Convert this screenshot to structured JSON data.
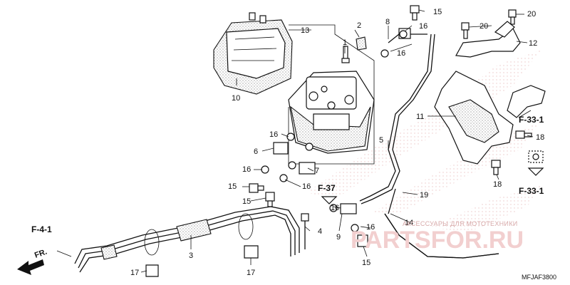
{
  "diagram": {
    "part_labels": {
      "p1": "1",
      "p2": "2",
      "p3": "3",
      "p4": "4",
      "p5": "5",
      "p6": "6",
      "p7": "7",
      "p8": "8",
      "p9": "9",
      "p10": "10",
      "p11": "11",
      "p12": "12",
      "p13": "13",
      "p14": "14",
      "p15": "15",
      "p16": "16",
      "p17": "17",
      "p18": "18",
      "p19": "19",
      "p20": "20"
    },
    "references": {
      "f33_1": "F-33-1",
      "f37": "F-37",
      "f4_1": "F-4-1"
    },
    "direction_label": "FR.",
    "diagram_code": "MFJAF3800"
  },
  "watermark": {
    "tagline": "АКСЕССУАРЫ ДЛЯ МОТОТЕХНИКИ",
    "brand": "PARTSFOR.RU"
  },
  "colors": {
    "line": "#111111",
    "background": "#ffffff",
    "watermark": "#e8b4b4"
  }
}
